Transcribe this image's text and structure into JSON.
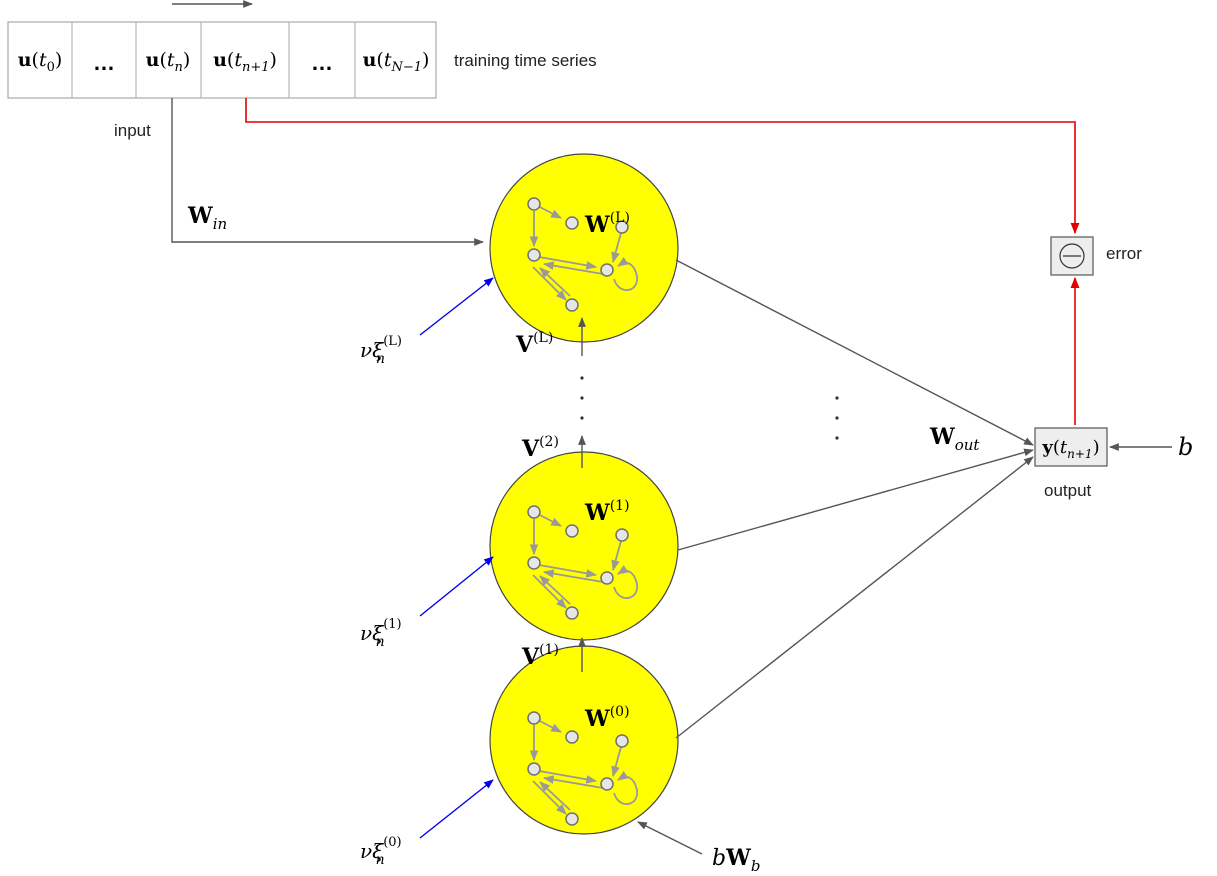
{
  "series_cells": [
    {
      "base": "u",
      "arg": "t",
      "sub": "0"
    },
    {
      "ellipsis": "…"
    },
    {
      "base": "u",
      "arg": "t",
      "sub": "n"
    },
    {
      "base": "u",
      "arg": "t",
      "sub": "n+1"
    },
    {
      "ellipsis": "…"
    },
    {
      "base": "u",
      "arg": "t",
      "sub": "N−1"
    }
  ],
  "labels": {
    "training": "training time series",
    "input": "input",
    "error": "error",
    "output": "output"
  },
  "win": {
    "base": "W",
    "sub": "in"
  },
  "wout": {
    "base": "W",
    "sub": "out"
  },
  "output_value": {
    "base": "y",
    "arg": "t",
    "sub": "n+1"
  },
  "bias": "b",
  "bias_vector": {
    "coef": "b",
    "base": "W",
    "sub": "b"
  },
  "reservoirs": [
    {
      "w_sup": "(L)",
      "noise_sup": "(L)"
    },
    {
      "w_sup": "(1)",
      "noise_sup": "(1)"
    },
    {
      "w_sup": "(0)",
      "noise_sup": "(0)"
    }
  ],
  "v_labels": [
    "(L)",
    "(2)",
    "(1)"
  ],
  "noise": {
    "nu": "ν",
    "xi": "ξ",
    "sub": "n"
  },
  "colors": {
    "reservoir": "#ffff00",
    "error_signal": "#e00000",
    "noise_input": "#0000ee",
    "connection": "#555555"
  }
}
